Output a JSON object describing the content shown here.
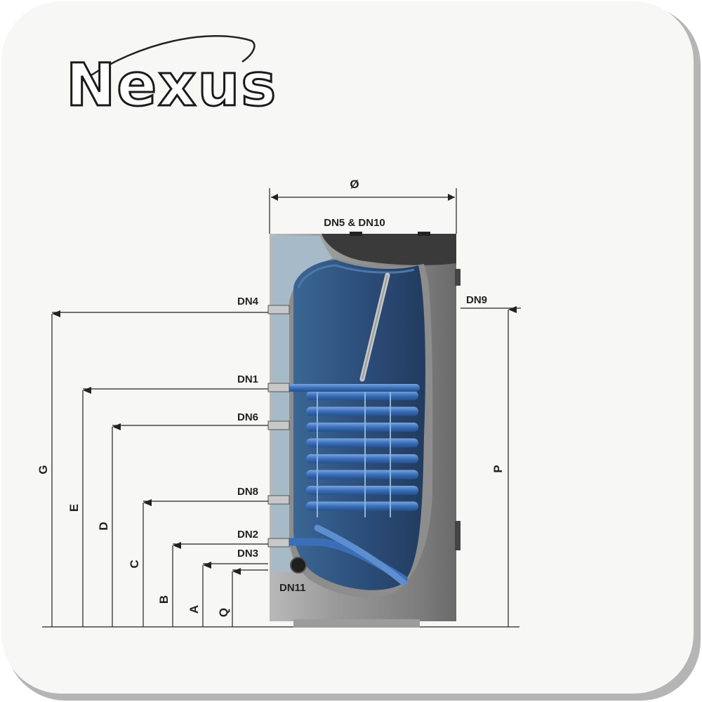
{
  "brand": {
    "logo_text": "Nexus"
  },
  "colors": {
    "card_bg": "#f7f7f5",
    "card_shadow": "#b8b8b8",
    "shell": "#8a8a8a",
    "tank_blue": "#2f4f7a",
    "coil_blue": "#3a6fb8",
    "insulation": "#9fb3c2",
    "line": "#222222"
  },
  "diagram": {
    "diameter_symbol": "Ø",
    "top_connections": "DN5 & DN10",
    "left_connections": [
      "DN4",
      "DN1",
      "DN6",
      "DN8",
      "DN2",
      "DN3"
    ],
    "right_connection": "DN9",
    "front_connection": "DN11",
    "left_dimensions": [
      "G",
      "E",
      "D",
      "C",
      "B",
      "A",
      "Q"
    ],
    "right_dimension": "P"
  }
}
